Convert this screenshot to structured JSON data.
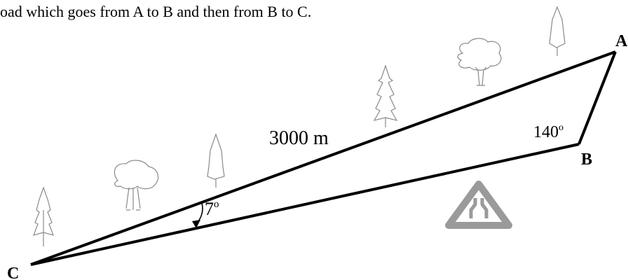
{
  "caption": "oad which goes from A to B and then from B to C.",
  "points": {
    "a": "A",
    "b": "B",
    "c": "C"
  },
  "labels": {
    "distance": "3000 m",
    "angle_b": "140",
    "angle_b_degree": "o",
    "angle_c": "7",
    "angle_c_degree": "o"
  },
  "icons": {
    "sign": "road-narrows-warning-sign",
    "trees": [
      "conifer-tree",
      "deciduous-tree",
      "conifer-tree",
      "conifer-tree",
      "deciduous-tree",
      "conifer-tree"
    ]
  },
  "colors": {
    "lines": "#000000",
    "sign": "#9a9a9a",
    "trees": "#8a8a8a"
  }
}
